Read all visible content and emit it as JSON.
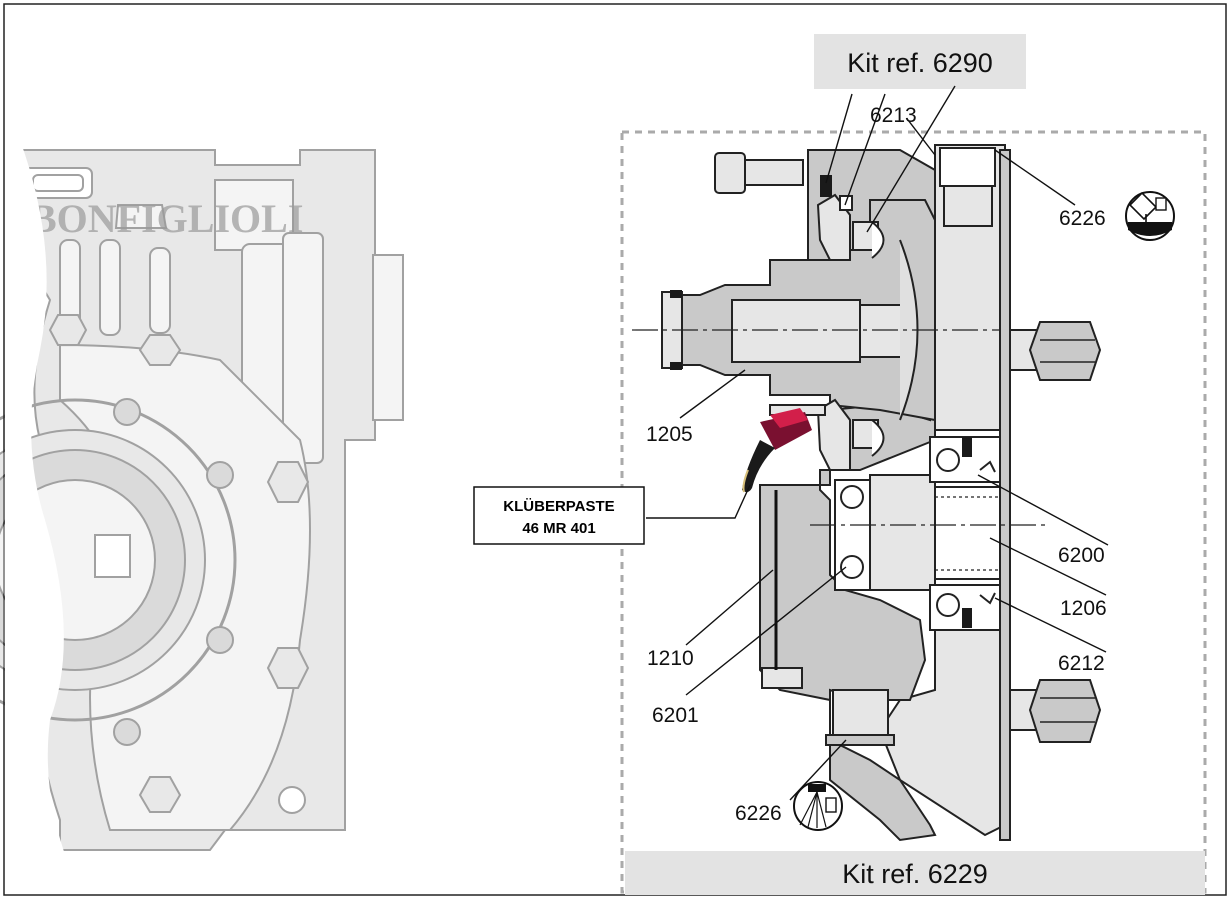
{
  "brand_text": "BONFIGLIOLI",
  "kits": {
    "top": "Kit ref. 6290",
    "bottom": "Kit ref. 6229"
  },
  "lubricant": {
    "line1": "KLÜBERPASTE",
    "line2": "46 MR 401"
  },
  "parts": {
    "p6213": "6213",
    "p6226_top": "6226",
    "p1205": "1205",
    "p6200": "6200",
    "p1206": "1206",
    "p6212": "6212",
    "p1210": "1210",
    "p6201": "6201",
    "p6226_bottom": "6226"
  },
  "icons": [
    "oil-fill-icon",
    "spray-lubricant-icon",
    "grease-brush-icon"
  ],
  "colors": {
    "brush_red": "#d21f4a",
    "housing_gray": "#c9c9c9"
  }
}
